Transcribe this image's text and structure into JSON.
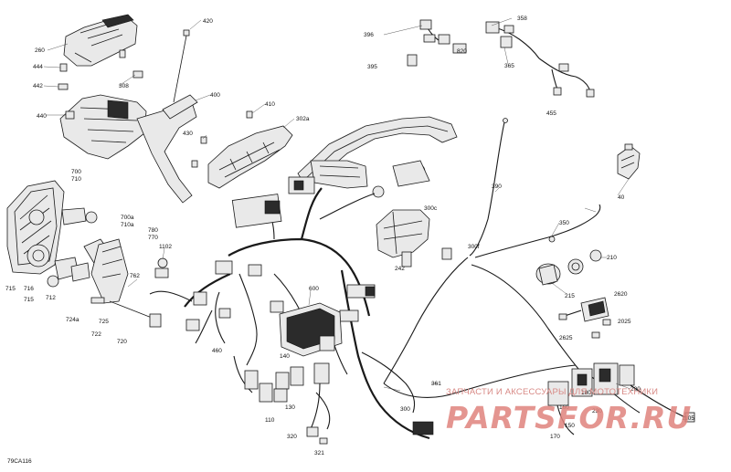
{
  "diagram": {
    "code": "79CA116",
    "labels": [
      "420",
      "260",
      "444",
      "442",
      "308",
      "440",
      "400",
      "410",
      "302a",
      "430",
      "396",
      "395",
      "820",
      "358",
      "365",
      "455",
      "700",
      "710",
      "700a",
      "710a",
      "780",
      "770",
      "1102",
      "390",
      "300c",
      "350",
      "300f",
      "242",
      "210",
      "715",
      "716",
      "715",
      "712",
      "762",
      "724a",
      "725",
      "722",
      "720",
      "600",
      "460",
      "215",
      "2620",
      "2025",
      "2625",
      "140",
      "361",
      "300",
      "110",
      "130",
      "320",
      "321",
      "200",
      "180",
      "160",
      "230",
      "150",
      "170",
      "1105",
      "40"
    ]
  },
  "watermark": {
    "tagline": "ЗАПЧАСТИ И АКСЕССУАРЫ ДЛЯ МОТОТЕХНИКИ",
    "logo": "PARTSFOR.RU"
  }
}
